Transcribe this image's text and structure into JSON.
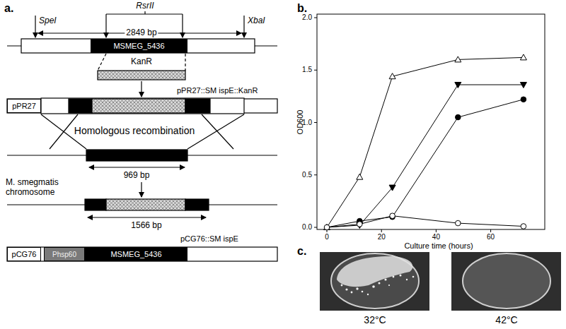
{
  "diagram": {
    "nodes": [
      {
        "text": [
          "MSMEG_5436"
        ]
      },
      {
        "text": [
          "pPR27"
        ]
      },
      {
        "text": [
          "pCG76"
        ]
      },
      {
        "text": [
          "Phsp60"
        ]
      },
      {
        "text": [
          "MSMEG_5436"
        ]
      }
    ],
    "labels": [
      "a.",
      "SpeI",
      "RsrII",
      "XbaI",
      "2849 bp",
      "KanR",
      "pPR27::SM ispE::KanR",
      "Homologous recombination",
      "969 bp",
      "M. smegmatis chromosome",
      "1566 bp",
      "pCG76::SM ispE",
      "b.",
      "OD600",
      "0.0",
      "0.5",
      "1.0",
      "1.5",
      "2.0",
      "0",
      "20",
      "40",
      "60",
      "Culture time (hours)",
      "c.",
      "32°C",
      "42°C"
    ]
  }
}
